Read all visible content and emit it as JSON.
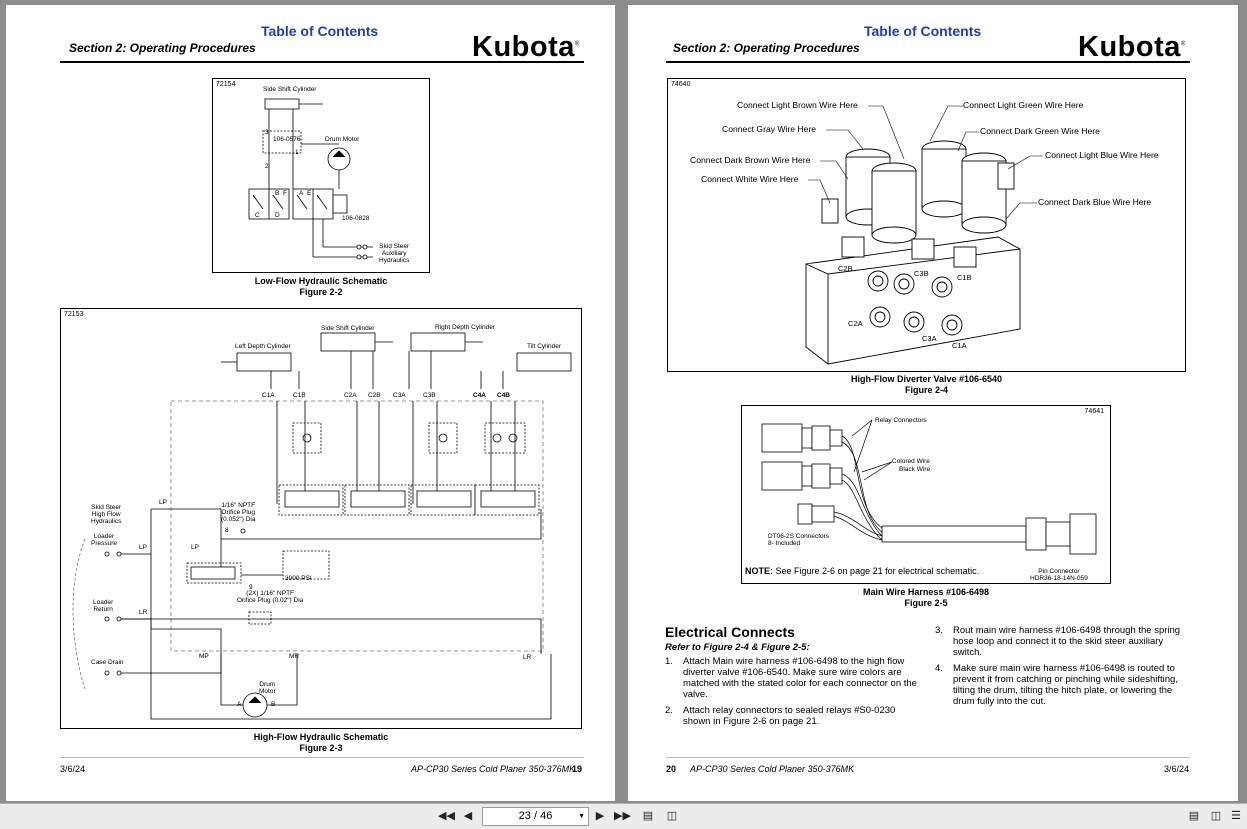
{
  "left_page": {
    "toc_link": "Table of Contents",
    "section": "Section 2: Operating Procedures",
    "logo": "Kubota",
    "logo_mark": "®",
    "fig_22": {
      "id": "72154",
      "labels": {
        "side_shift": "Side Shift\nCylinder",
        "drum_motor": "Drum\nMotor",
        "part_0576": "106-0576",
        "part_0828": "106-0828",
        "skid_steer": "Skid Steer\nAuxiliary\nHydraulics",
        "n3": "3",
        "n2": "2",
        "n1": "1",
        "pa": "A",
        "pb": "B",
        "pc": "C",
        "pd": "D",
        "pe": "E",
        "pf": "F"
      },
      "caption_line1": "Low-Flow Hydraulic Schematic",
      "caption_line2": "Figure 2-2"
    },
    "fig_23": {
      "id": "72153",
      "labels": {
        "left_depth": "Left Depth Cylinder",
        "side_shift": "Side Shift Cylinder",
        "right_depth": "Right Depth Cylinder",
        "tilt": "Tilt Cylinder",
        "c1a": "C1A",
        "c1b": "C1B",
        "c2a": "C2A",
        "c2b": "C2B",
        "c3a": "C3A",
        "c3b": "C3B",
        "c4a": "C4A",
        "c4b": "C4B",
        "skid_steer": "Skid Steer\nHigh Flow\nHydraulics",
        "loader_pressure": "Loader\nPressure",
        "loader_return": "Loader\nReturn",
        "case_drain": "Case Drain",
        "lp": "LP",
        "lr": "LR",
        "mp": "MP",
        "mr": "MR",
        "orifice1": "1/16\" NPTF\nOrifice Plug\n(0.052\") Dia",
        "orifice2": "(2X) 1/16\" NPTF\nOrifice Plug (0.02\") Dia",
        "psi": "3000 PSI",
        "drum_motor": "Drum\nMotor",
        "n8": "8",
        "n9": "9",
        "pa": "A",
        "pb": "B"
      },
      "caption_line1": "High-Flow Hydraulic Schematic",
      "caption_line2": "Figure 2-3"
    },
    "footer_date": "3/6/24",
    "footer_title": "AP-CP30 Series Cold Planer 350-376MK",
    "page_number": "19"
  },
  "right_page": {
    "toc_link": "Table of Contents",
    "section": "Section 2: Operating Procedures",
    "logo": "Kubota",
    "logo_mark": "®",
    "fig_24": {
      "id": "74640",
      "callouts": {
        "light_brown": "Connect Light Brown Wire Here",
        "gray": "Connect Gray Wire Here",
        "dark_brown": "Connect Dark Brown Wire Here",
        "white": "Connect White Wire Here",
        "light_green": "Connect Light Green Wire Here",
        "dark_green": "Connect Dark Green Wire Here",
        "light_blue": "Connect Light Blue Wire Here",
        "dark_blue": "Connect Dark Blue Wire Here"
      },
      "ports": {
        "c2b": "C2B",
        "c3b": "C3B",
        "c1b": "C1B",
        "c2a": "C2A",
        "c3a": "C3A",
        "c1a": "C1A"
      },
      "caption_line1": "High-Flow Diverter Valve #106-6540",
      "caption_line2": "Figure 2-4"
    },
    "fig_25": {
      "id": "74641",
      "labels": {
        "relay": "Relay Connectors",
        "colored": "Colored Wire",
        "black": "Black Wire",
        "dt06": "DT06-2S Connectors\n8- Included",
        "pin_conn": "Pin Connector\nHDR36-18-14N-059"
      },
      "note_label": "NOTE:",
      "note_text": "See Figure 2-6 on page 21 for electrical schematic.",
      "caption_line1": "Main Wire Harness #106-6498",
      "caption_line2": "Figure 2-5"
    },
    "heading": "Electrical Connects",
    "refer": "Refer to Figure 2-4 & Figure 2-5:",
    "steps": [
      {
        "n": "1.",
        "text": "Attach Main wire harness #106-6498 to the high flow diverter valve #106-6540. Make sure wire colors are matched with the stated color for each connector on the valve."
      },
      {
        "n": "2.",
        "text": "Attach relay connectors to sealed relays #S0-0230 shown in Figure 2-6 on page 21."
      },
      {
        "n": "3.",
        "text": "Rout main wire harness #106-6498 through the spring hose loop and connect it to the skid steer auxiliary switch."
      },
      {
        "n": "4.",
        "text": "Make sure main wire harness #106-6498 is routed to prevent it from catching or pinching while sideshifting, tilting the drum, tilting the hitch plate, or lowering the drum fully into the cut."
      }
    ],
    "footer_date": "3/6/24",
    "footer_title": "AP-CP30 Series Cold Planer 350-376MK",
    "page_number": "20"
  },
  "toolbar": {
    "page_indicator": "23 / 46",
    "icons": [
      "first-page-icon",
      "prev-page-icon",
      "next-page-icon",
      "last-page-icon",
      "single-page-view-icon",
      "two-page-view-icon",
      "zoom-page-icon",
      "book-view-icon",
      "text-view-icon"
    ]
  }
}
